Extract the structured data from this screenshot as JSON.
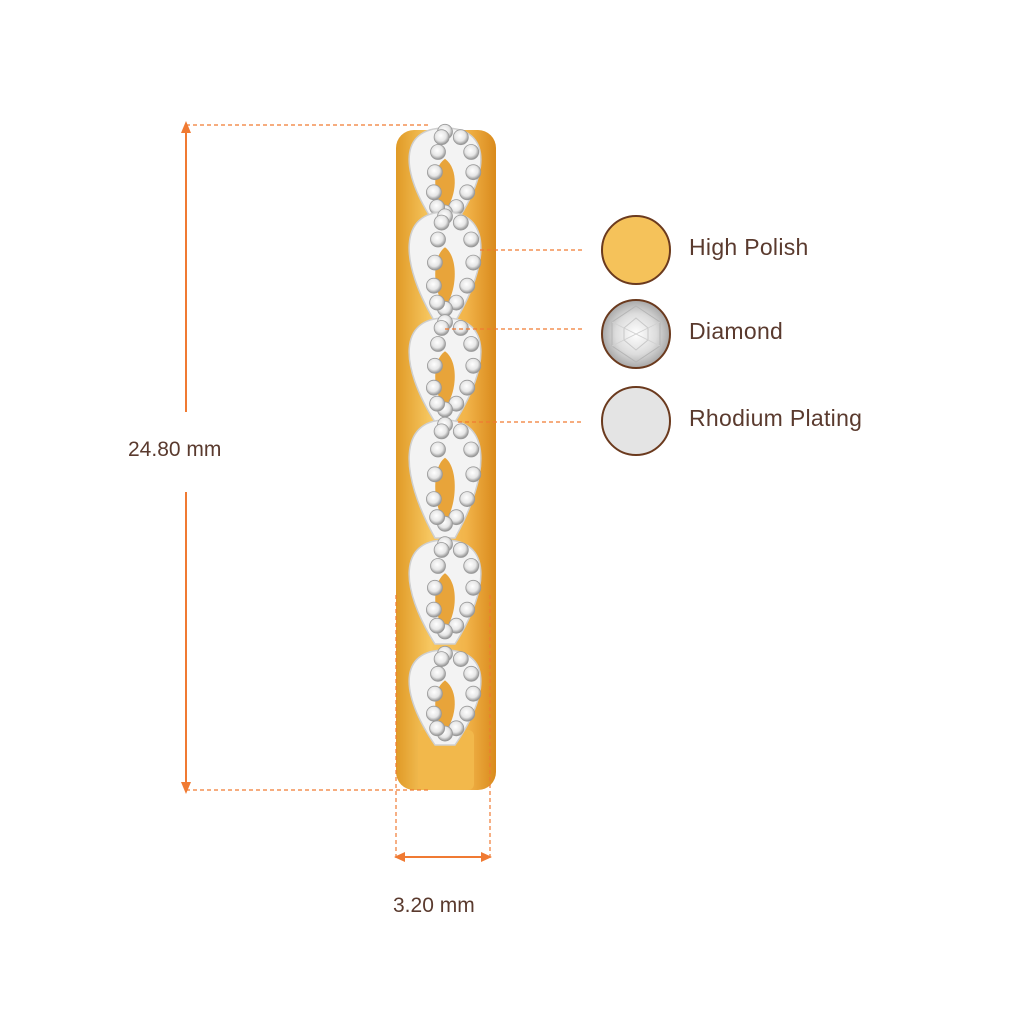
{
  "dimensions": {
    "height": "24.80 mm",
    "width": "3.20 mm"
  },
  "legend": [
    {
      "label": "High Polish",
      "swatch": "gold",
      "color": "#F5C25A"
    },
    {
      "label": "Diamond",
      "swatch": "diamond",
      "color": "#FFFFFF"
    },
    {
      "label": "Rhodium Plating",
      "swatch": "rhodium",
      "color": "#E4E4E4"
    }
  ],
  "colors": {
    "dimension_line": "#F07A32",
    "swatch_border": "#6B3A1E",
    "text": "#5A3A2E",
    "gold": "#F2B84B",
    "gold_dark": "#D9891F",
    "metal_white": "#F3F3F3"
  }
}
